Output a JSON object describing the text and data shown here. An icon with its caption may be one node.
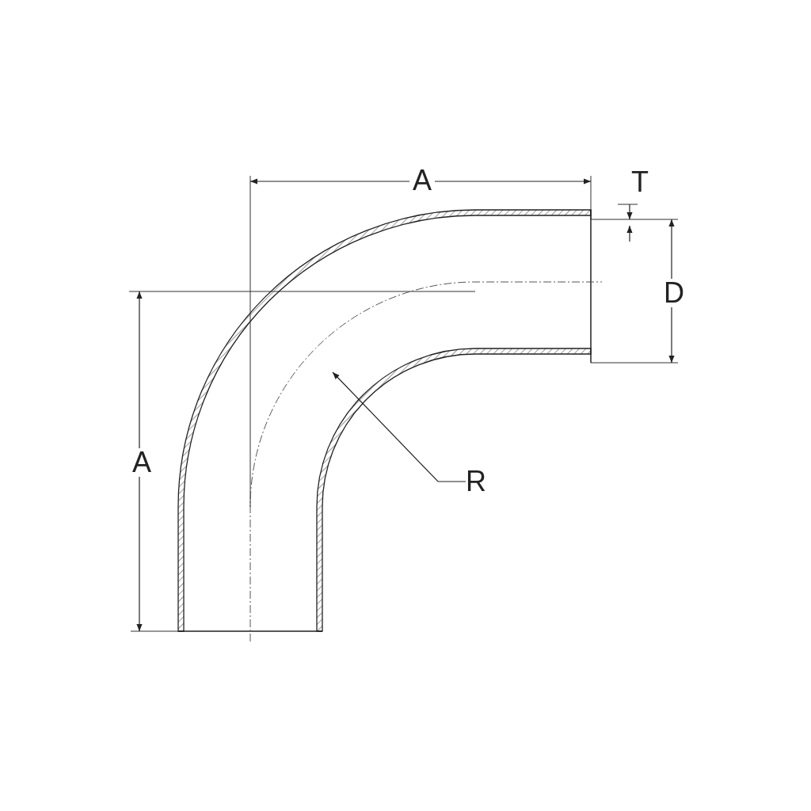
{
  "diagram": {
    "nodes": [
      {
        "text": [],
        "shape": "picture"
      },
      {
        "text": [
          "R"
        ]
      }
    ],
    "edges": [
      {
        "from": 1,
        "to": 0,
        "arrow": "to"
      }
    ],
    "labels": [
      "A",
      "T",
      "D",
      "A"
    ]
  }
}
